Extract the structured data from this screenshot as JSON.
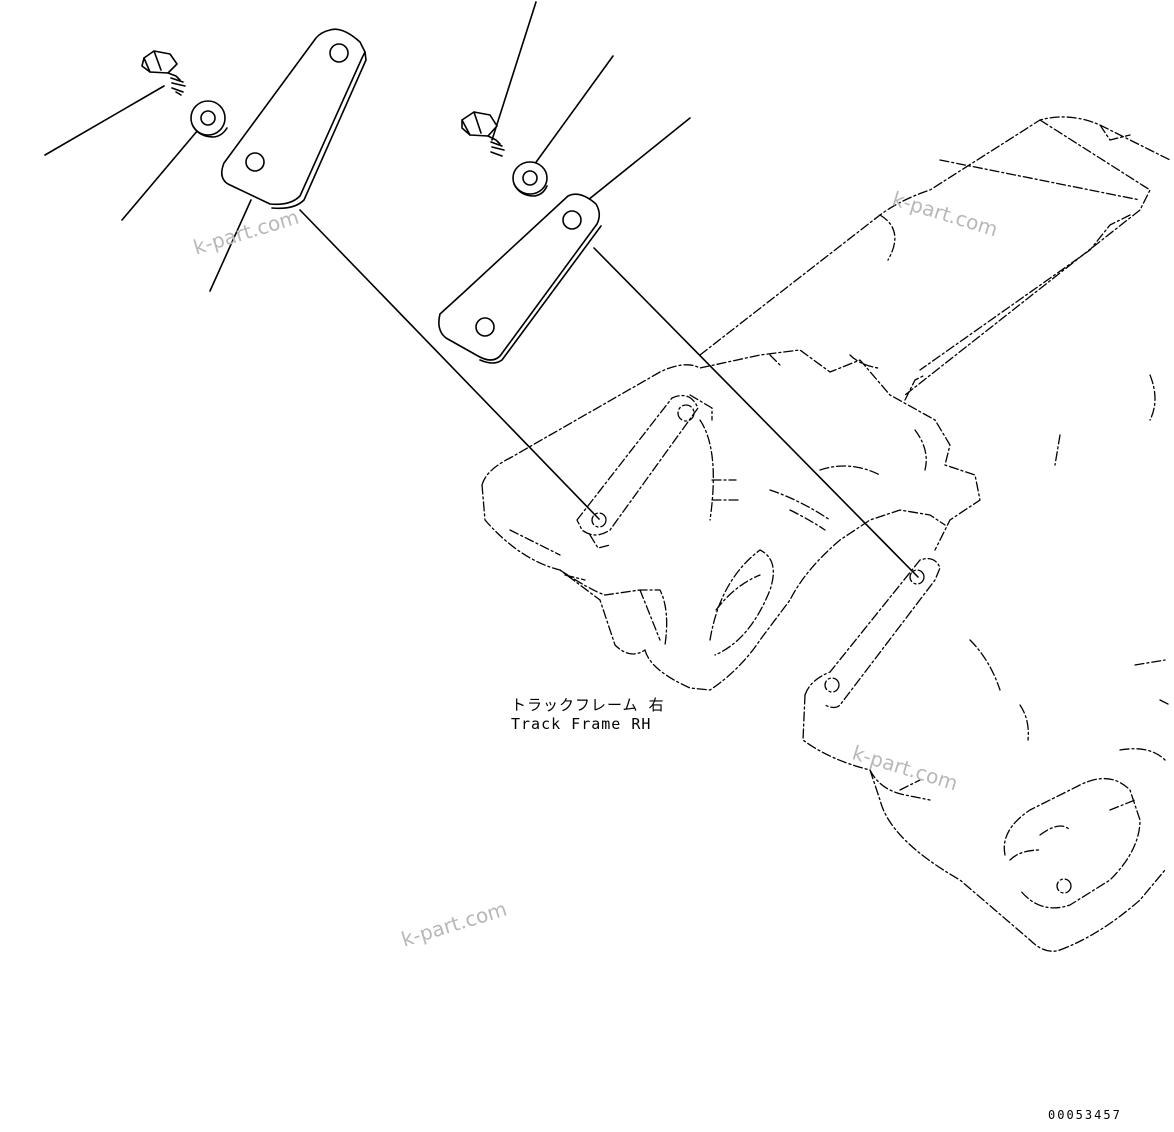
{
  "labels": {
    "part_name_jp": "トラックフレーム 右",
    "part_name_en": "Track Frame RH"
  },
  "figure_number": "00053457",
  "watermark": "k-part.com",
  "colors": {
    "line": "#000000",
    "watermark": "#b8b8b8",
    "background": "#ffffff"
  },
  "parts_shown": [
    "bolt",
    "washer",
    "plate",
    "bolt",
    "washer",
    "plate"
  ]
}
